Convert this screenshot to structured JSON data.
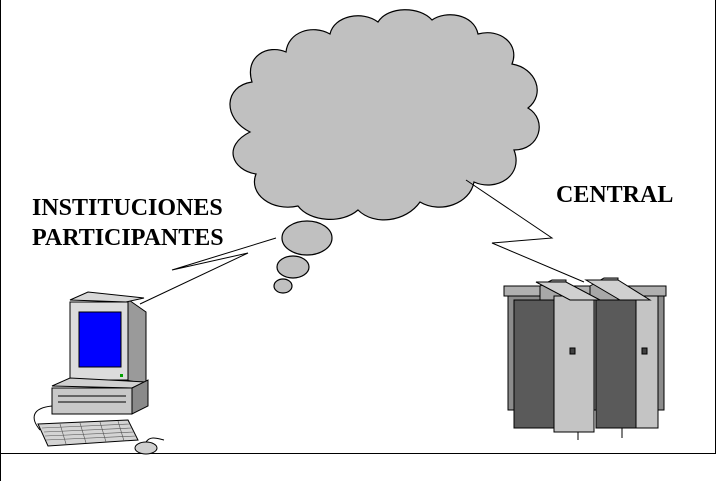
{
  "diagram": {
    "labels": {
      "participants_line1": "INSTITUCIONES",
      "participants_line2": "PARTICIPANTES",
      "central": "CENTRAL"
    },
    "nodes": [
      {
        "id": "network-cloud",
        "shape": "cloud"
      },
      {
        "id": "participant-computer",
        "shape": "desktop-computer"
      },
      {
        "id": "central-servers",
        "shape": "server-towers"
      }
    ],
    "links": [
      {
        "from": "participant-computer",
        "to": "network-cloud",
        "style": "lightning"
      },
      {
        "from": "central-servers",
        "to": "network-cloud",
        "style": "lightning"
      }
    ],
    "colors": {
      "cloud_fill": "#c0c0c0",
      "screen_fill": "#0000ff",
      "server_dark": "#606060",
      "server_light": "#c0c0c0",
      "outline": "#000000"
    }
  }
}
